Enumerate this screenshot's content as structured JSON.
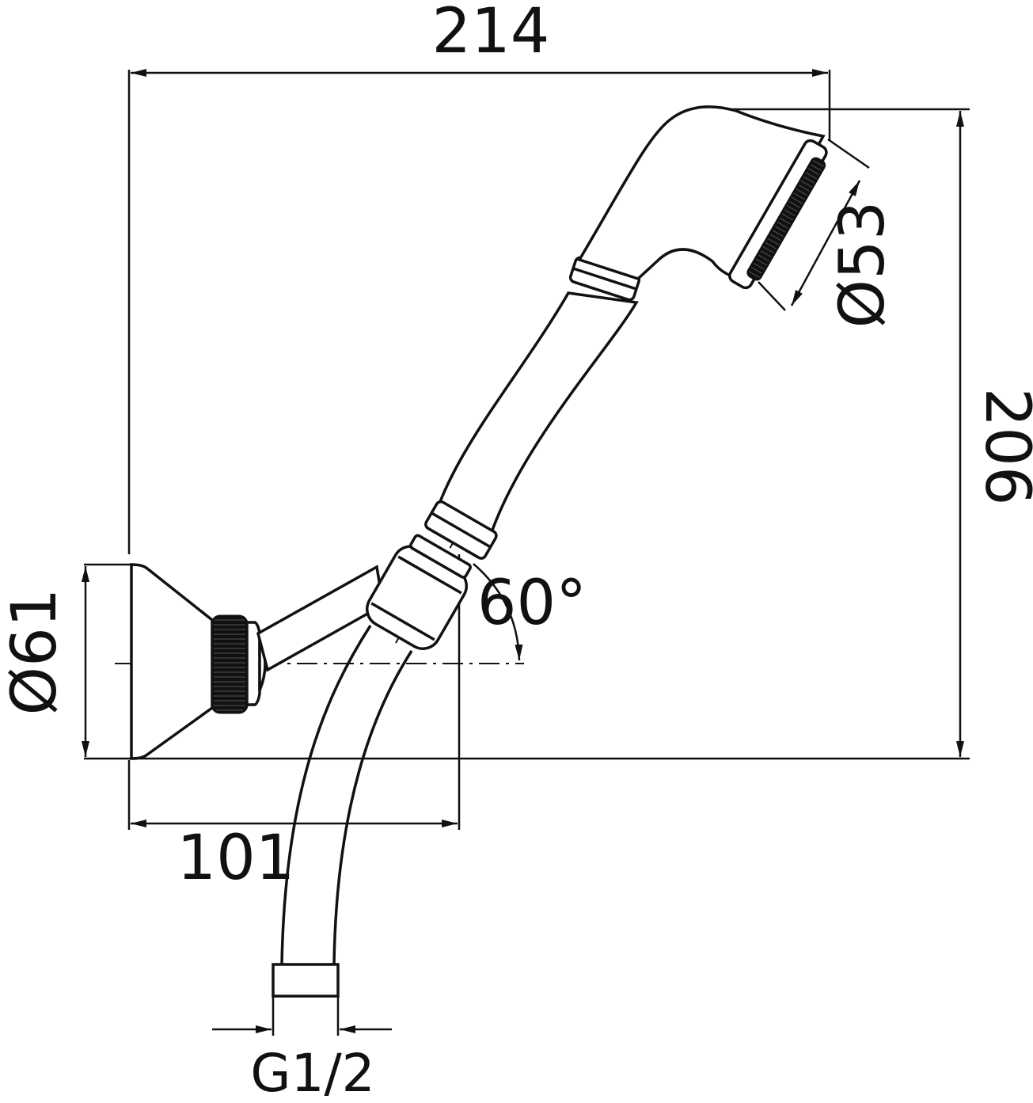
{
  "dimensions": {
    "overall_width": "214",
    "overall_height": "206",
    "head_diameter": "Ø53",
    "flange_diameter": "Ø61",
    "projection": "101",
    "tilt_angle": "60°",
    "connection_thread": "G1/2"
  },
  "colors": {
    "line": "#111111",
    "background": "#ffffff"
  }
}
